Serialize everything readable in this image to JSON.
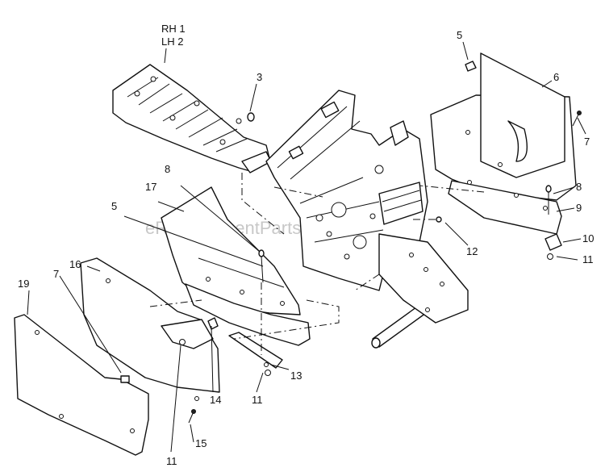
{
  "diagram": {
    "watermark": "eReplacementParts.com",
    "callouts": {
      "rh": "RH 1",
      "lh": "LH 2",
      "c3": "3",
      "c5_top": "5",
      "c6": "6",
      "c7_right": "7",
      "c8_right": "8",
      "c9": "9",
      "c10": "10",
      "c11_right": "11",
      "c12": "12",
      "c8_left": "8",
      "c17": "17",
      "c5_left": "5",
      "c16": "16",
      "c7_left": "7",
      "c19": "19",
      "c13": "13",
      "c11_mid": "11",
      "c14": "14",
      "c15": "15",
      "c11_bottom": "11"
    }
  }
}
